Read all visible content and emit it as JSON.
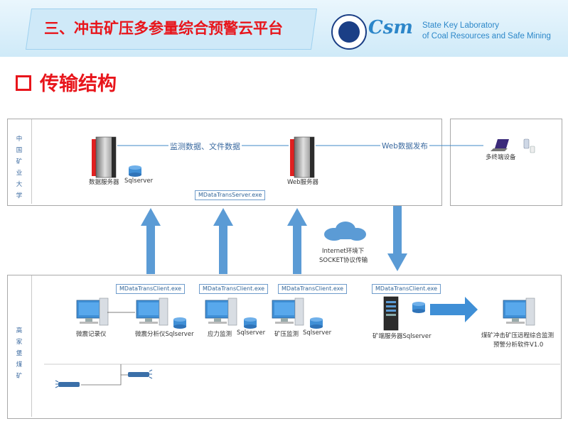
{
  "header": {
    "title": "三、冲击矿压多参量综合预警云平台",
    "csm_logo": "Csm",
    "lab_line1": "State Key Laboratory",
    "lab_line2": "of Coal Resources and Safe Mining"
  },
  "section_title": "传输结构",
  "top_panel": {
    "label": "中国矿业大学",
    "data_server": "数据服务器",
    "data_db": "Sqlserver",
    "flow1": "监测数据、文件数据",
    "web_server": "Web服务器",
    "flow2": "Web数据发布",
    "server_program": "MDataTransServer.exe"
  },
  "terminal_panel": {
    "label": "多终端设备"
  },
  "middle": {
    "cloud_line1": "Internet环境下",
    "cloud_line2": "SOCKET协议传输"
  },
  "bottom_panel": {
    "label": "高家堡煤矿",
    "client1": "MDataTransClient.exe",
    "client2": "MDataTransClient.exe",
    "client3": "MDataTransClient.exe",
    "client4": "MDataTransClient.exe",
    "pc1": "微震记录仪",
    "pc2": "微震分析仪Sqlserver",
    "pc3": "应力监测",
    "pc3_db": "Sqlserver",
    "pc4": "矿压监测",
    "pc4_db": "Sqlserver",
    "mine_server": "矿端服务器Sqlserver",
    "software_line1": "煤矿冲击矿压远程综合监测",
    "software_line2": "预警分析软件V1.0"
  },
  "colors": {
    "accent_red": "#e8151b",
    "arrow_blue": "#5b9bd5",
    "monitor_blue": "#3f8fd6"
  }
}
